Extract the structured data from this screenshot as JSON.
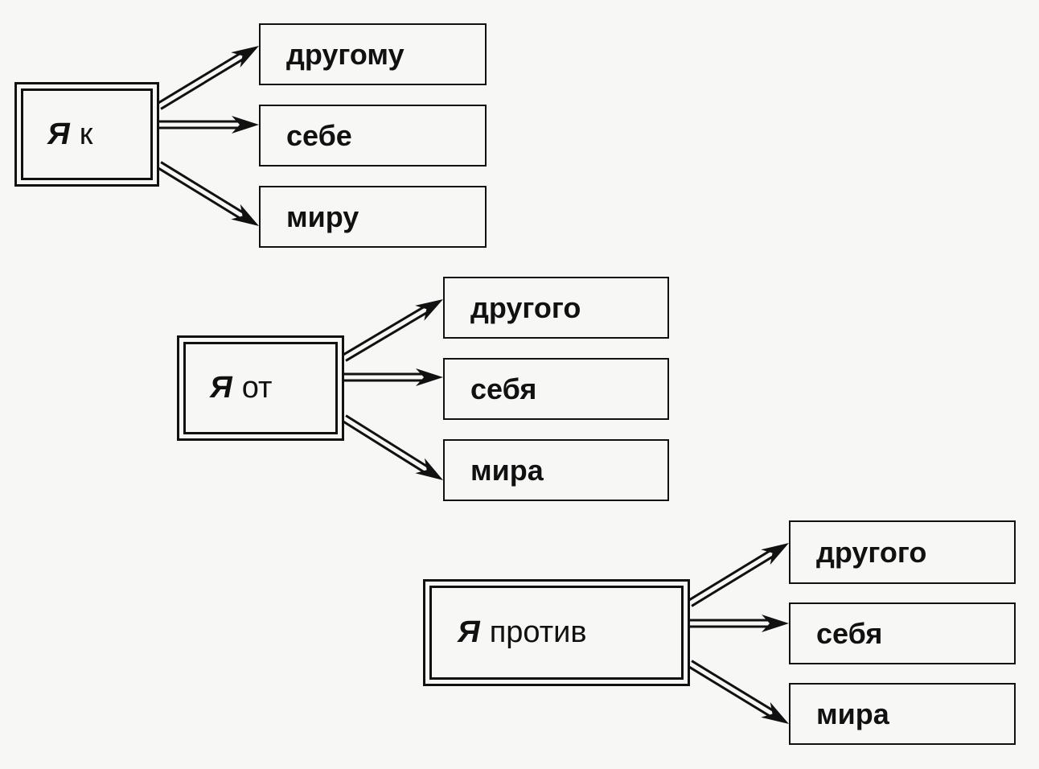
{
  "groups": [
    {
      "source": {
        "pronoun": "Я",
        "preposition": "к"
      },
      "targets": [
        "другому",
        "себе",
        "миру"
      ]
    },
    {
      "source": {
        "pronoun": "Я",
        "preposition": "от"
      },
      "targets": [
        "другого",
        "себя",
        "мира"
      ]
    },
    {
      "source": {
        "pronoun": "Я",
        "preposition": "против"
      },
      "targets": [
        "другого",
        "себя",
        "мира"
      ]
    }
  ]
}
